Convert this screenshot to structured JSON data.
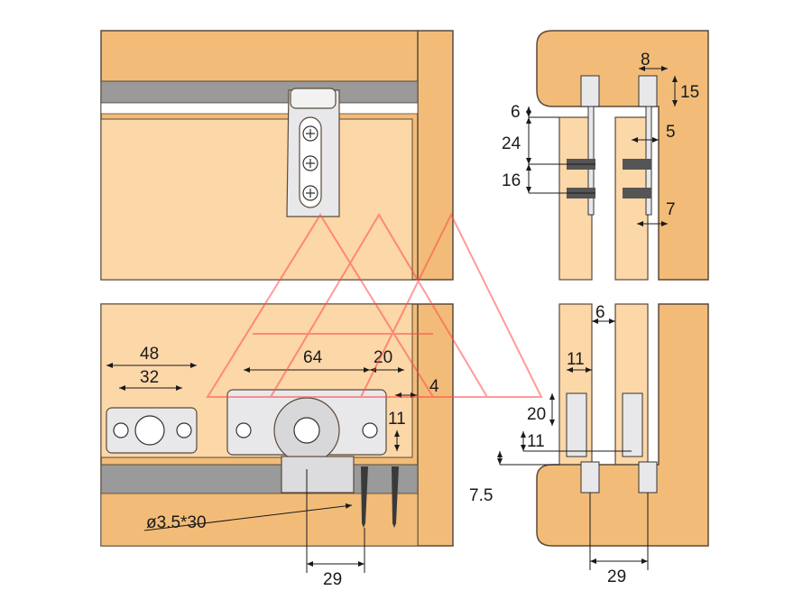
{
  "colors": {
    "wood_dark": "#f2bc78",
    "wood_light": "#fcd7a8",
    "outline": "#5a4a3a",
    "rail": "#9a9a9a",
    "metal": "#e8e8ea",
    "watermark": "#ff4a4a"
  },
  "front_top": {
    "title": ""
  },
  "front_bottom": {
    "dim_48": "48",
    "dim_32": "32",
    "dim_64": "64",
    "dim_20": "20",
    "dim_4": "4",
    "dim_11": "11",
    "screw": "ø3.5*30",
    "dim_29": "29"
  },
  "side_top": {
    "dim_8": "8",
    "dim_15": "15",
    "dim_6": "6",
    "dim_24": "24",
    "dim_5": "5",
    "dim_16": "16",
    "dim_7": "7"
  },
  "side_bottom": {
    "dim_6": "6",
    "dim_11a": "11",
    "dim_20": "20",
    "dim_11b": "11",
    "dim_7_5": "7.5",
    "dim_29": "29"
  },
  "watermark_icon": "triangle-logo-icon"
}
